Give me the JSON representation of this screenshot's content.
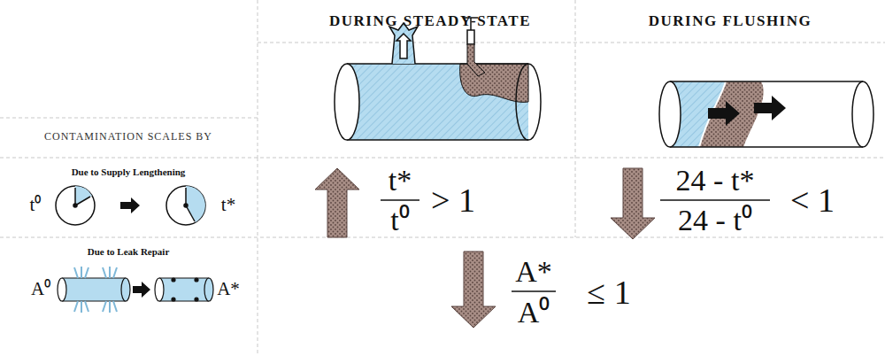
{
  "diagram": {
    "labels": [
      "DURING STEADY-STATE",
      "DURING FLUSHING",
      "CONTAMINATION SCALES BY",
      "Due to Supply Lengthening",
      "t⁰",
      "t*",
      "Due to Leak Repair",
      "A⁰",
      "A*",
      "t*",
      "t⁰",
      "> 1",
      "24 - t*",
      "24 - t⁰",
      "< 1",
      "A*",
      "A⁰",
      "≤ 1"
    ]
  }
}
